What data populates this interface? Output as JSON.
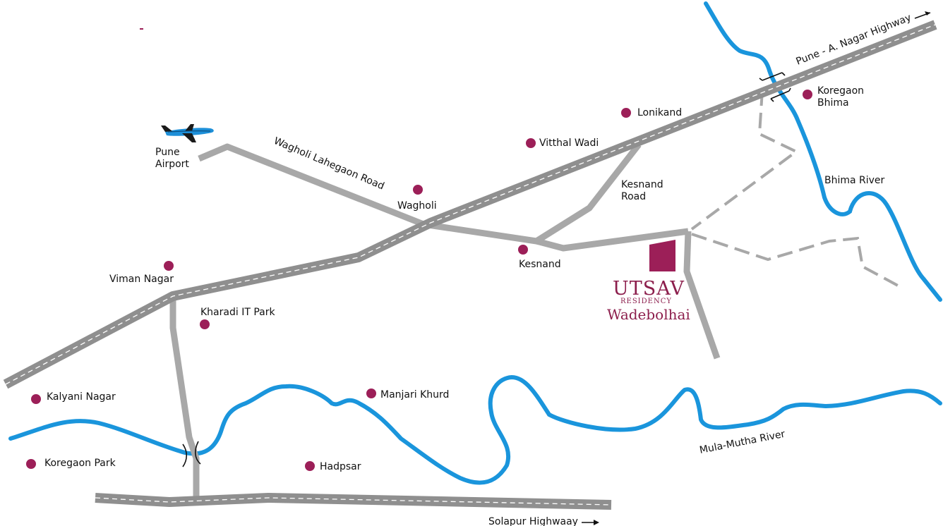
{
  "colors": {
    "river": "#1a95dc",
    "highway": "#8f8f8f",
    "road": "#a8a8a8",
    "marker": "#9c1f58",
    "brand": "#8c1e4c"
  },
  "roads": {
    "pune_nagar_highway": "Pune - A. Nagar Highway",
    "wagholi_lohegaon": "Wagholi Lahegaon Road",
    "kesnand_road_line1": "Kesnand",
    "kesnand_road_line2": "Road",
    "solapur_highway": "Solapur Highwaay"
  },
  "rivers": {
    "bhima": "Bhima River",
    "mula_mutha": "Mula-Mutha River"
  },
  "places": {
    "airport_line1": "Pune",
    "airport_line2": "Airport",
    "lonikand": "Lonikand",
    "koregaon_bhima_line1": "Koregaon",
    "koregaon_bhima_line2": "Bhima",
    "vitthal_wadi": "Vitthal Wadi",
    "wagholi": "Wagholi",
    "kesnand": "Kesnand",
    "viman_nagar": "Viman Nagar",
    "kharadi": "Kharadi IT Park",
    "kalyani_nagar": "Kalyani Nagar",
    "koregaon_park": "Koregaon Park",
    "manjari_khurd": "Manjari Khurd",
    "hadpsar": "Hadpsar"
  },
  "project": {
    "brand": "UTSAV",
    "subtitle": "RESIDENCY",
    "location": "Wadebolhai"
  },
  "icons": {
    "airport": "airplane-icon",
    "marker": "location-dot-icon",
    "direction": "arrow-right-icon",
    "project": "project-square-icon"
  }
}
